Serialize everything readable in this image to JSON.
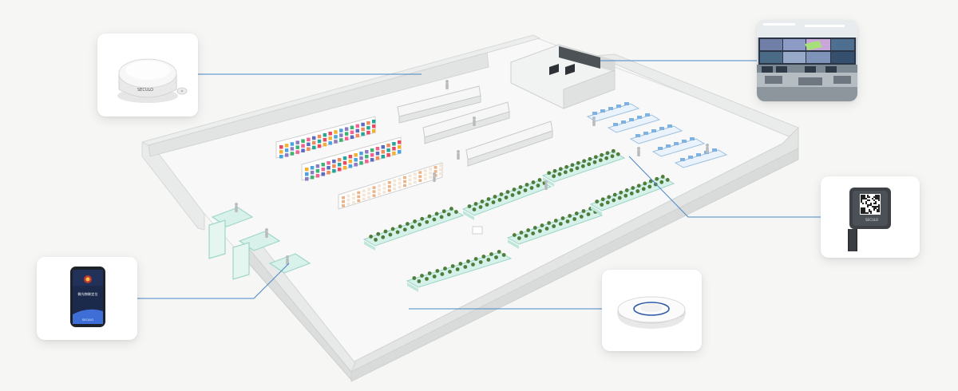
{
  "diagram": {
    "background_color": "#f6f6f5",
    "connector_color": "#4a86c5",
    "callouts": [
      {
        "id": "beacon-gateway",
        "icon": "dome-gateway-icon"
      },
      {
        "id": "control-room",
        "icon": "monitoring-center-photo"
      },
      {
        "id": "qr-scanner",
        "icon": "qr-code-terminal-icon"
      },
      {
        "id": "ceiling-base-station",
        "icon": "ceiling-locator-icon"
      },
      {
        "id": "handheld-badge",
        "icon": "badge-device-icon"
      }
    ]
  },
  "labels": {
    "gateway_brand": "SECULO",
    "scanner_brand": "SECULO",
    "badge_screen_text": "微光物联定位",
    "badge_screen_sub": "SECULO"
  }
}
